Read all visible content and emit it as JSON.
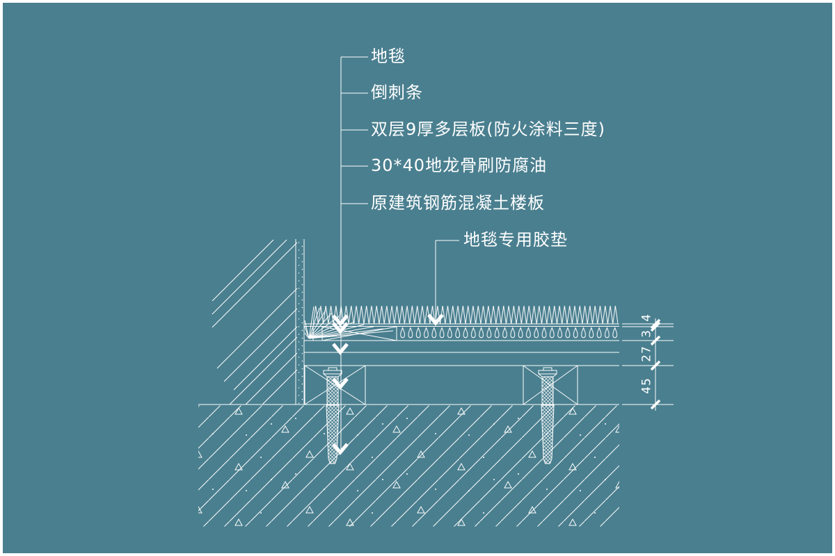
{
  "colors": {
    "background": "#4A7F8F",
    "line": "#FFFFFF"
  },
  "callouts": {
    "items": [
      {
        "label": "地毯"
      },
      {
        "label": "倒刺条"
      },
      {
        "label": "双层9厚多层板(防火涂料三度)"
      },
      {
        "label": "30*40地龙骨刷防腐油"
      },
      {
        "label": "原建筑钢筋混凝土楼板"
      },
      {
        "label": "地毯专用胶垫"
      }
    ]
  },
  "dimensions": {
    "items": [
      {
        "value": "4"
      },
      {
        "value": "3"
      },
      {
        "value": "27"
      },
      {
        "value": "45"
      }
    ]
  }
}
